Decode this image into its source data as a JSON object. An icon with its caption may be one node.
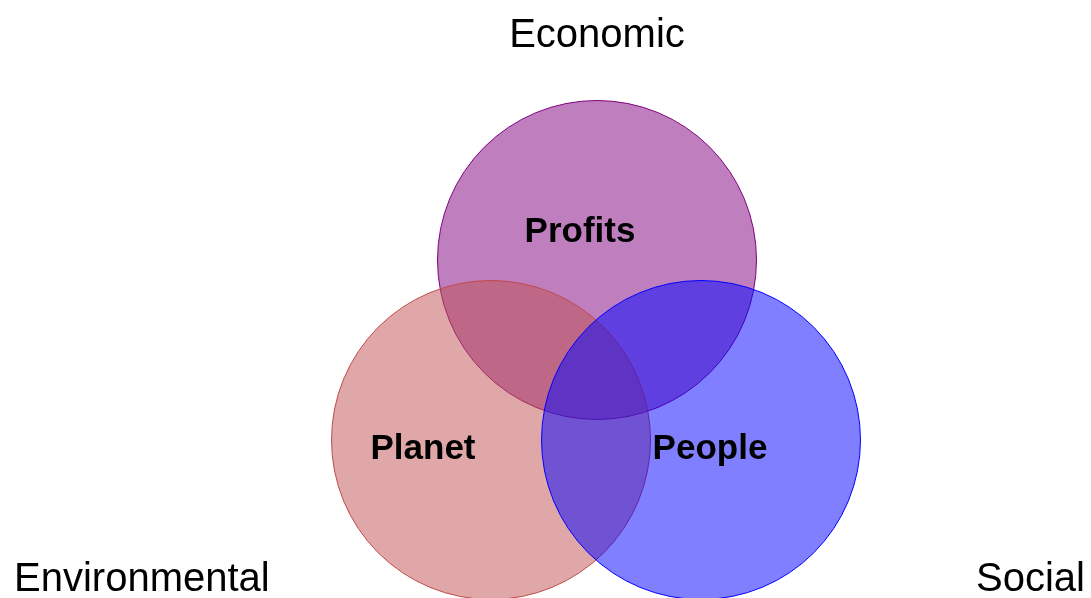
{
  "diagram": {
    "nodes": [
      {
        "text": [
          "Profits"
        ]
      },
      {
        "text": [
          "Planet"
        ]
      },
      {
        "text": [
          "People"
        ]
      }
    ],
    "labels": [
      "Economic",
      "Environmental",
      "Social"
    ]
  }
}
